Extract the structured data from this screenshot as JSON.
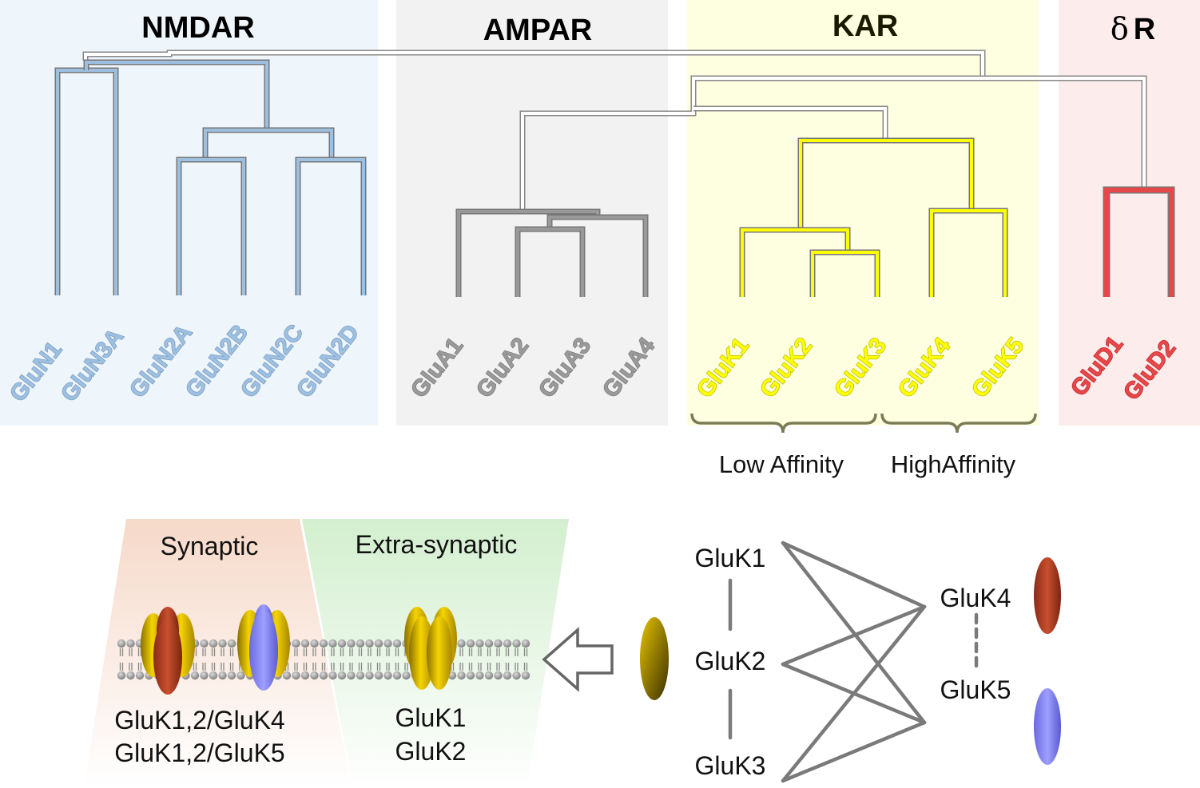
{
  "families": {
    "nmdar": {
      "title": "NMDAR",
      "subunits": [
        "GluN1",
        "GluN3A",
        "GluN2A",
        "GluN2B",
        "GluN2C",
        "GluN2D"
      ],
      "color": "#9dbfe0",
      "bg": "#eef5fb"
    },
    "ampar": {
      "title": "AMPAR",
      "subunits": [
        "GluA1",
        "GluA2",
        "GluA3",
        "GluA4"
      ],
      "color": "#999999",
      "bg": "#f1f2f1"
    },
    "kar": {
      "title": "KAR",
      "subunits": [
        "GluK1",
        "GluK2",
        "GluK3",
        "GluK4",
        "GluK5"
      ],
      "color": "#ffff00",
      "bg": "#fefee0"
    },
    "delta": {
      "title_symbol": "δ",
      "title_letter": "R",
      "subunits": [
        "GluD1",
        "GluD2"
      ],
      "color": "#e8474a",
      "bg": "#fdecec"
    }
  },
  "affinity": {
    "low": "Low Affinity",
    "high": "HighAffinity"
  },
  "localization": {
    "synaptic": {
      "title": "Synaptic",
      "lines": [
        "GluK1,2/GluK4",
        "GluK1,2/GluK5"
      ]
    },
    "extra": {
      "title": "Extra-synaptic",
      "lines": [
        "GluK1",
        "GluK2"
      ]
    }
  },
  "assembly": {
    "left": [
      "GluK1",
      "GluK2",
      "GluK3"
    ],
    "right": [
      "GluK4",
      "GluK5"
    ]
  },
  "colors": {
    "yellow_subunit": "#e8c000",
    "red_subunit": "#b5402a",
    "blue_subunit": "#8080ff",
    "tree_outline": "#777777",
    "link_line": "#7a7a7a"
  }
}
